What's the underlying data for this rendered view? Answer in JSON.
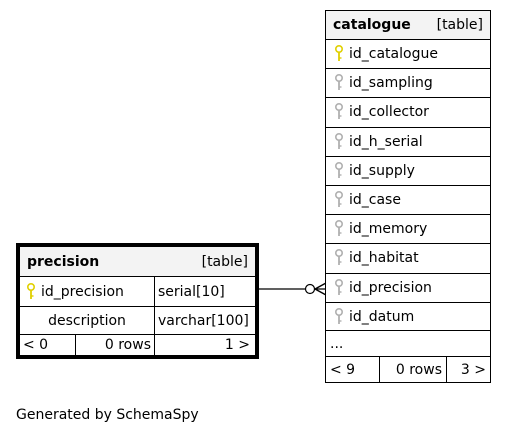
{
  "catalogue": {
    "name": "catalogue",
    "kind": "[table]",
    "columns": [
      {
        "name": "id_catalogue",
        "key": "primary"
      },
      {
        "name": "id_sampling",
        "key": "foreign"
      },
      {
        "name": "id_collector",
        "key": "foreign"
      },
      {
        "name": "id_h_serial",
        "key": "foreign"
      },
      {
        "name": "id_supply",
        "key": "foreign"
      },
      {
        "name": "id_case",
        "key": "foreign"
      },
      {
        "name": "id_memory",
        "key": "foreign"
      },
      {
        "name": "id_habitat",
        "key": "foreign"
      },
      {
        "name": "id_precision",
        "key": "foreign"
      },
      {
        "name": "id_datum",
        "key": "foreign"
      }
    ],
    "more": "...",
    "footer": {
      "parents": "< 9",
      "rows": "0 rows",
      "children": "3 >"
    }
  },
  "precision": {
    "name": "precision",
    "kind": "[table]",
    "columns": [
      {
        "name": "id_precision",
        "type": "serial[10]",
        "key": "primary"
      },
      {
        "name": "description",
        "type": "varchar[100]",
        "key": "none"
      }
    ],
    "footer": {
      "parents": "< 0",
      "rows": "0 rows",
      "children": "1 >"
    }
  },
  "colors": {
    "primary_key": "#e0d000",
    "foreign_key": "#b0b0b0",
    "header_bg": "#f3f3f3"
  },
  "generated_by": "Generated by SchemaSpy"
}
